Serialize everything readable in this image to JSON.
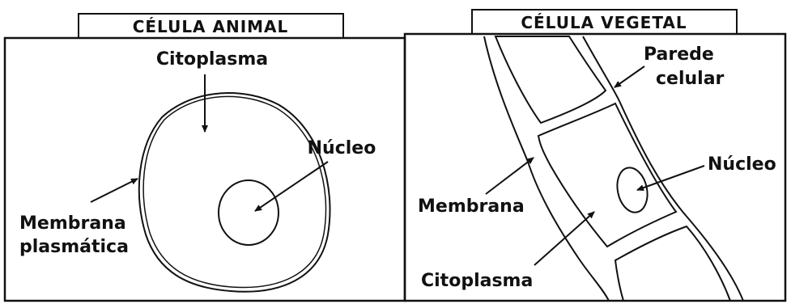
{
  "animal": {
    "title": "CÉLULA ANIMAL",
    "labels": {
      "cytoplasm": "Citoplasma",
      "nucleus": "Núcleo",
      "membrane_line1": "Membrana",
      "membrane_line2": "plasmática"
    }
  },
  "plant": {
    "title": "CÉLULA VEGETAL",
    "labels": {
      "wall_line1": "Parede",
      "wall_line2": "celular",
      "nucleus": "Núcleo",
      "membrane": "Membrana",
      "cytoplasm": "Citoplasma"
    }
  }
}
